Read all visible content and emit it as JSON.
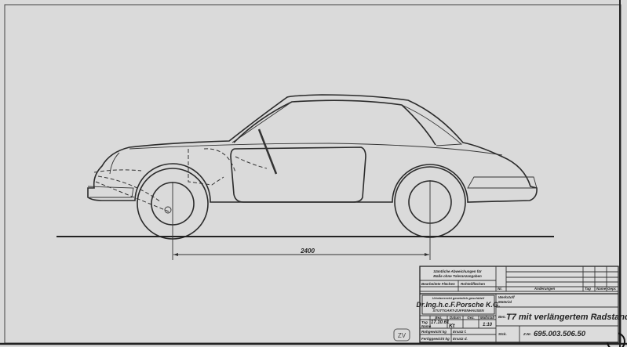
{
  "drawing": {
    "dimension_wheelbase": "2400",
    "stamp": "ZV"
  },
  "title_block": {
    "tolerance_note_1": "Sämtliche Abweichungen für",
    "tolerance_note_2": "Maße ohne Toleranzangaben",
    "machined_surfaces": "Bearbeitete Flächen",
    "raw_surfaces": "Rohteilflächen",
    "revisions_no": "Nr.",
    "revisions_label": "Änderungen",
    "revisions_day": "Tag",
    "revisions_name": "Name",
    "revisions_checked": "Gepr.",
    "copyright": "Urheberrecht gesetzlich geschützt!",
    "company": "Dr.Ing.h.c.F.Porsche K.G.",
    "city": "STUTTGART-ZUFFENHAUSEN",
    "col_bez": "Bez.",
    "col_datum": "Datum",
    "col_gez": "Gez.",
    "col_scale": "Maßstab",
    "row_tag": "Tag",
    "row_name": "Name",
    "date": "17.10.61",
    "initials": "Kt",
    "scale": "1:10",
    "raw_weight": "Rohgewicht kg",
    "replaces": "Ersatz f.",
    "finished_weight": "Fertiggewicht kg",
    "replaced_by": "Ersatz d.",
    "material_de": "Werkstoff",
    "material_en": "Material",
    "name_label": "Ben.",
    "name_value": "T7 mit verlängertem Radstand",
    "qty_label": "Stck.",
    "drawing_no_label": "Z.Nr.",
    "drawing_no": "695.003.506.50"
  }
}
